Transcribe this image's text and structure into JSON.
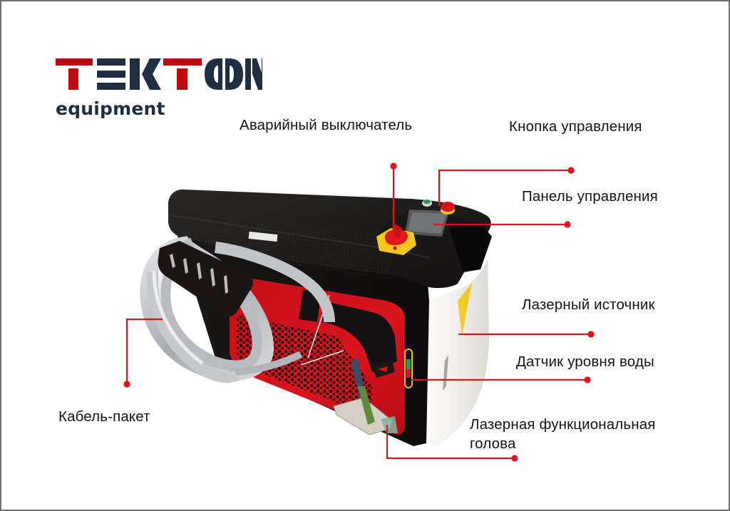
{
  "brand": {
    "logo_letters": [
      {
        "char": "T",
        "color": "#c0080f"
      },
      {
        "char": "E",
        "color": "#1f2e40"
      },
      {
        "char": "K",
        "color": "#1f2e40"
      },
      {
        "char": "T",
        "color": "#c0080f"
      },
      {
        "char": "O",
        "color": "#1f2e40"
      },
      {
        "char": "N",
        "color": "#1f2e40"
      }
    ],
    "wordmark": "TEKTON",
    "subtitle": "equipment",
    "colors": {
      "red": "#c0080f",
      "navy": "#1f2e40"
    }
  },
  "product": {
    "type": "handheld laser cleaning/welding machine",
    "body_colors": {
      "top": "#1c1a1a",
      "front_panel": "#d3111b",
      "side_panel": "#f1f0ec",
      "cable": "#bfc2c5"
    }
  },
  "callout_color": "#e0121a",
  "callouts": [
    {
      "id": "emergency-switch",
      "label": "Аварийный выключатель"
    },
    {
      "id": "control-button",
      "label": "Кнопка управления"
    },
    {
      "id": "control-panel",
      "label": "Панель управления"
    },
    {
      "id": "laser-source",
      "label": "Лазерный источник"
    },
    {
      "id": "water-level-sensor",
      "label": "Датчик уровня воды"
    },
    {
      "id": "laser-head",
      "label_line1": "Лазерная функциональная",
      "label_line2": "голова"
    },
    {
      "id": "cable-package",
      "label": "Кабель-пакет"
    }
  ]
}
